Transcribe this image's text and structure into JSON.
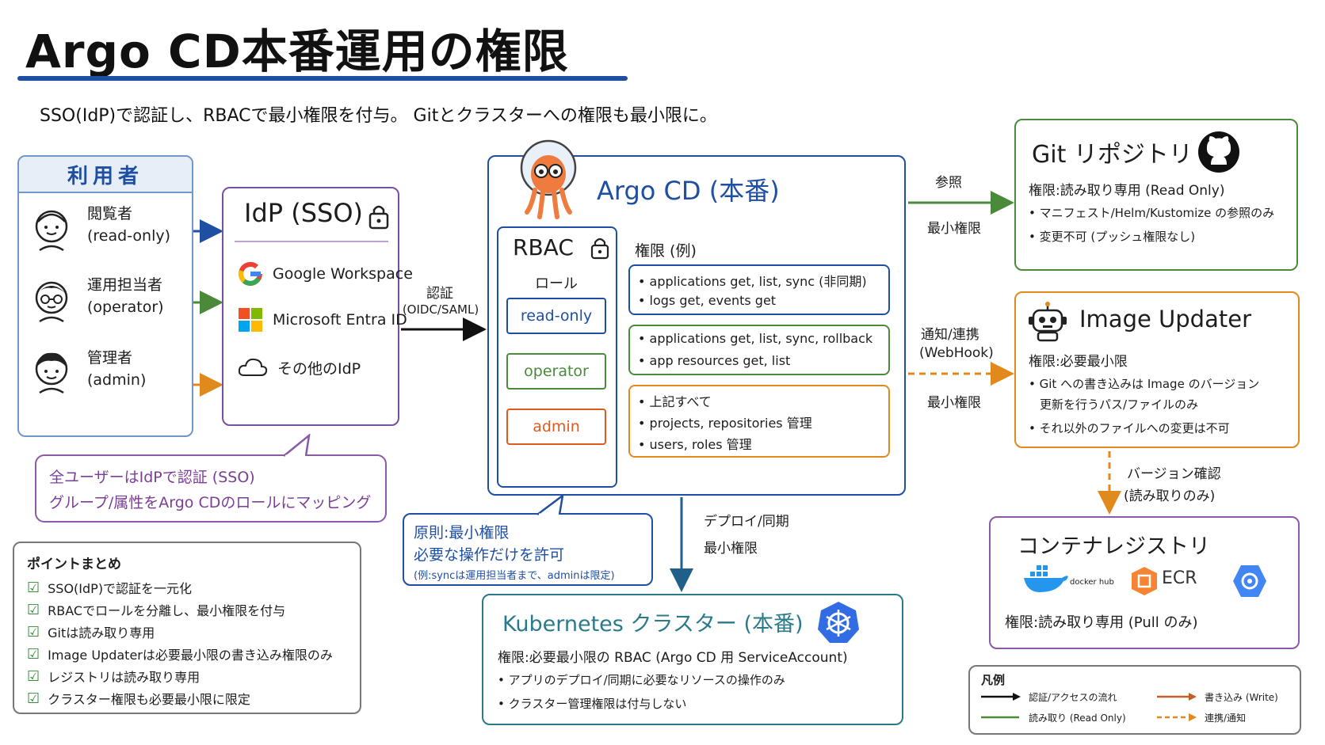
{
  "header": {
    "title": "Argo CD本番運用の権限",
    "subtitle": "SSO(IdP)で認証し、RBACで最小権限を付与。 Gitとクラスターへの権限も最小限に。"
  },
  "users": {
    "title": "利用者",
    "items": [
      {
        "name": "閲覧者",
        "role": "(read-only)"
      },
      {
        "name": "運用担当者",
        "role": "(operator)"
      },
      {
        "name": "管理者",
        "role": "(admin)"
      }
    ]
  },
  "idp": {
    "title": "IdP (SSO)",
    "providers": [
      "Google Workspace",
      "Microsoft Entra ID",
      "その他のIdP"
    ],
    "note_lines": [
      "全ユーザーはIdPで認証 (SSO)",
      "グループ/属性をArgo CDのロールにマッピング"
    ]
  },
  "auth_arrow": {
    "line1": "認証",
    "line2": "(OIDC/SAML)"
  },
  "argo": {
    "title": "Argo CD (本番)",
    "rbac_title": "RBAC",
    "roles_label": "ロール",
    "perm_heading": "権限 (例)",
    "roles": [
      {
        "name": "read-only",
        "perms": [
          "applications get, list, sync (非同期)",
          "logs get, events get"
        ]
      },
      {
        "name": "operator",
        "perms": [
          "applications get, list, sync, rollback",
          "app resources get, list"
        ]
      },
      {
        "name": "admin",
        "perms": [
          "上記すべて",
          "projects, repositories 管理",
          "users, roles 管理"
        ]
      }
    ]
  },
  "principle": {
    "line1": "原則:最小権限",
    "line2": "必要な操作だけを許可",
    "line3": "(例:syncは運用担当者まで、adminは限定)"
  },
  "summary": {
    "title": "ポイントまとめ",
    "items": [
      "SSO(IdP)で認証を一元化",
      "RBACでロールを分離し、最小権限を付与",
      "Gitは読み取り専用",
      "Image Updaterは必要最小限の書き込み権限のみ",
      "レジストリは読み取り専用",
      "クラスター権限も必要最小限に限定"
    ]
  },
  "git": {
    "title": "Git リポジトリ",
    "perm": "権限:読み取り専用 (Read Only)",
    "items": [
      "マニフェスト/Helm/Kustomize の参照のみ",
      "変更不可 (プッシュ権限なし)"
    ],
    "arrow_label1": "参照",
    "arrow_label2": "最小権限"
  },
  "image_updater": {
    "title": "Image Updater",
    "perm": "権限:必要最小限",
    "items_line1": "Git への書き込みは Image のバージョン",
    "items_line2": "更新を行うパス/ファイルのみ",
    "items_line3": "それ以外のファイルへの変更は不可",
    "arrow_label1": "通知/連携",
    "arrow_label2": "(WebHook)",
    "arrow_label3": "最小権限"
  },
  "version_arrow": {
    "line1": "バージョン確認",
    "line2": "(読み取りのみ)"
  },
  "registry": {
    "title": "コンテナレジストリ",
    "logos": [
      "docker hub",
      "ECR"
    ],
    "perm": "権限:読み取り専用 (Pull のみ)"
  },
  "deploy_arrow": {
    "line1": "デプロイ/同期",
    "line2": "最小権限"
  },
  "k8s": {
    "title": "Kubernetes クラスター (本番)",
    "perm": "権限:必要最小限の RBAC (Argo CD 用 ServiceAccount)",
    "items": [
      "アプリのデプロイ/同期に必要なリソースの操作のみ",
      "クラスター管理権限は付与しない"
    ]
  },
  "legend": {
    "title": "凡例",
    "items": [
      "認証/アクセスの流れ",
      "書き込み (Write)",
      "読み取り (Read Only)",
      "連携/通知"
    ]
  },
  "colors": {
    "blue": "#1f4fa3",
    "green": "#4a8a3a",
    "orange": "#e08a1e",
    "purple": "#7a4fa0",
    "teal": "#2a7a8a"
  }
}
